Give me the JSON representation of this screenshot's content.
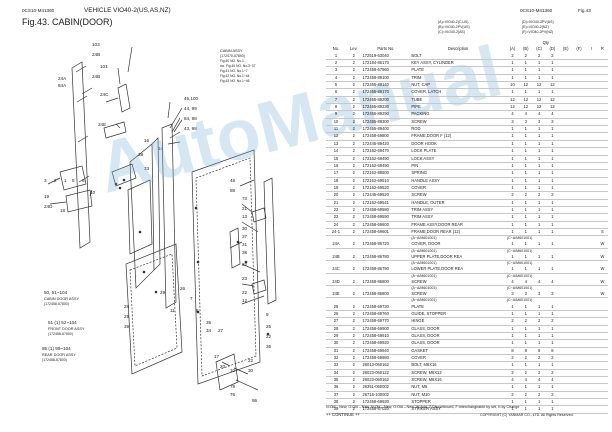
{
  "header": {
    "doc_code_left": "0CS10-M41360",
    "title": "VEHICLE VIO40-2(US,AS,NZ)",
    "figure": "Fig.43.  CABIN(DOOR)",
    "doc_code_right": "0CS10-M41360",
    "page": "Fig.43"
  },
  "variants_left": [
    "(A)=VIO40-2(C,US)",
    "(B)=VIO40-2PV(US)",
    "(C)=VIO40-2(AS)"
  ],
  "variants_right": [
    "(D)=VIO40-2PV(AS)",
    "(E)=VIO40-2(NZ)",
    "(F)=VIO40-2PV(NZ)"
  ],
  "table": {
    "headers": {
      "no": "No.",
      "lev": "Lev.",
      "parts_no": "Parts No.",
      "description": "Description",
      "qty": "Qty",
      "i": "I",
      "r": "R"
    },
    "qty_cols": [
      "(A)",
      "(B)",
      "(C)",
      "(D)",
      "(E)",
      "(F)"
    ],
    "rows": [
      {
        "type": "row",
        "no": "1",
        "lev": "2",
        "pn": "172519-63040",
        "desc": "BOLT",
        "q": [
          "2",
          "2",
          "2",
          "2"
        ],
        "i": "",
        "r": ""
      },
      {
        "type": "row",
        "no": "2",
        "lev": "2",
        "pn": "172164-86170",
        "desc": "KEY ASSY, CYLINDER",
        "q": [
          "1",
          "1",
          "1",
          "1"
        ],
        "i": "",
        "r": ""
      },
      {
        "type": "row",
        "no": "3",
        "lev": "2",
        "pn": "172458-67960",
        "desc": "PLATE",
        "q": [
          "1",
          "1",
          "1",
          "1"
        ],
        "i": "",
        "r": ""
      },
      {
        "type": "row",
        "no": "4",
        "lev": "2",
        "pn": "172458-89100",
        "desc": "TRIM",
        "q": [
          "1",
          "1",
          "1",
          "1"
        ],
        "i": "",
        "r": ""
      },
      {
        "type": "row",
        "no": "5",
        "lev": "2",
        "pn": "172455-89140",
        "desc": "NUT, CAP",
        "q": [
          "10",
          "12",
          "12",
          "12"
        ],
        "i": "",
        "r": ""
      },
      {
        "type": "row",
        "no": "6",
        "lev": "2",
        "pn": "172455-89170",
        "desc": "COVER, LATCH",
        "q": [
          "1",
          "1",
          "1",
          "1"
        ],
        "i": "",
        "r": ""
      },
      {
        "type": "row",
        "no": "7",
        "lev": "2",
        "pn": "172455-89200",
        "desc": "TUBE",
        "q": [
          "12",
          "12",
          "12",
          "12"
        ],
        "i": "",
        "r": ""
      },
      {
        "type": "row",
        "no": "8",
        "lev": "2",
        "pn": "172455-89230",
        "desc": "PIPE",
        "q": [
          "12",
          "12",
          "12",
          "12"
        ],
        "i": "",
        "r": ""
      },
      {
        "type": "row",
        "no": "9",
        "lev": "2",
        "pn": "172455-89290",
        "desc": "PACKING",
        "q": [
          "4",
          "4",
          "4",
          "4"
        ],
        "i": "",
        "r": ""
      },
      {
        "type": "row",
        "no": "10",
        "lev": "2",
        "pn": "172455-89300",
        "desc": "SCREW",
        "q": [
          "3",
          "3",
          "3",
          "3"
        ],
        "i": "",
        "r": ""
      },
      {
        "type": "row",
        "no": "11",
        "lev": "2",
        "pn": "172455-89400",
        "desc": "ROD",
        "q": [
          "1",
          "1",
          "1",
          "1"
        ],
        "i": "",
        "r": ""
      },
      {
        "type": "row",
        "no": "12",
        "lev": "2",
        "pn": "172458-69800",
        "desc": "FRAME,DOOR F  (12)",
        "q": [
          "1",
          "1",
          "1",
          "1"
        ],
        "i": "",
        "r": ""
      },
      {
        "type": "row",
        "no": "13",
        "lev": "2",
        "pn": "172445-89420",
        "desc": "DOOR HOOK",
        "q": [
          "1",
          "1",
          "1",
          "1"
        ],
        "i": "",
        "r": ""
      },
      {
        "type": "row",
        "no": "14",
        "lev": "2",
        "pn": "172162-69470",
        "desc": "LOCK PLATE",
        "q": [
          "1",
          "1",
          "1",
          "1"
        ],
        "i": "",
        "r": ""
      },
      {
        "type": "row",
        "no": "15",
        "lev": "2",
        "pn": "172162-69490",
        "desc": "LOCK ASSY",
        "q": [
          "1",
          "1",
          "1",
          "1"
        ],
        "i": "",
        "r": ""
      },
      {
        "type": "row",
        "no": "16",
        "lev": "2",
        "pn": "172162-69490",
        "desc": "PIN",
        "q": [
          "1",
          "1",
          "1",
          "1"
        ],
        "i": "",
        "r": ""
      },
      {
        "type": "row",
        "no": "17",
        "lev": "2",
        "pn": "172162-88500",
        "desc": "SPRING",
        "q": [
          "1",
          "1",
          "1",
          "1"
        ],
        "i": "",
        "r": ""
      },
      {
        "type": "row",
        "no": "18",
        "lev": "2",
        "pn": "172162-69510",
        "desc": "HANDLE ASSY",
        "q": [
          "1",
          "1",
          "1",
          "1"
        ],
        "i": "",
        "r": ""
      },
      {
        "type": "row",
        "no": "19",
        "lev": "2",
        "pn": "172162-69520",
        "desc": "COVER",
        "q": [
          "1",
          "1",
          "1",
          "1"
        ],
        "i": "",
        "r": ""
      },
      {
        "type": "row",
        "no": "20",
        "lev": "2",
        "pn": "172445-69520",
        "desc": "SCREW",
        "q": [
          "2",
          "2",
          "2",
          "2"
        ],
        "i": "",
        "r": ""
      },
      {
        "type": "row",
        "no": "21",
        "lev": "2",
        "pn": "172162-69541",
        "desc": "HANDLE, OUTER",
        "q": [
          "1",
          "1",
          "1",
          "1"
        ],
        "i": "",
        "r": ""
      },
      {
        "type": "row",
        "no": "22",
        "lev": "2",
        "pn": "172458-69580",
        "desc": "TRIM ASSY",
        "q": [
          "1",
          "1",
          "1",
          "1"
        ],
        "i": "",
        "r": ""
      },
      {
        "type": "row",
        "no": "23",
        "lev": "2",
        "pn": "172458-69590",
        "desc": "TRIM ASSY",
        "q": [
          "1",
          "1",
          "1",
          "1"
        ],
        "i": "",
        "r": ""
      },
      {
        "type": "row",
        "no": "24",
        "lev": "2",
        "pn": "172458-69600",
        "desc": "FRAME ASSY,DOOR REAR",
        "q": [
          "1",
          "1",
          "1",
          "1"
        ],
        "i": "",
        "r": ""
      },
      {
        "type": "row",
        "no": "24-1",
        "lev": "2",
        "pn": "172458-69601",
        "desc": "FRAME,DOOR REAR (12)",
        "q": [
          "1",
          "1",
          "1",
          "1"
        ],
        "i": "",
        "r": "S"
      },
      {
        "type": "sub",
        "left": "(A~A/M601001)",
        "right": "(C~A/M601001)"
      },
      {
        "type": "row",
        "no": "24A",
        "lev": "2",
        "pn": "172458-86720",
        "desc": "COVER, DOOR",
        "q": [
          "1",
          "1",
          "1",
          "1"
        ],
        "i": "",
        "r": "W"
      },
      {
        "type": "sub",
        "left": "(A~A/M601001)",
        "right": "(C~A/M601001)"
      },
      {
        "type": "row",
        "no": "24B",
        "lev": "2",
        "pn": "172458-86780",
        "desc": "UPPER PLATE,DOOR REA",
        "q": [
          "1",
          "1",
          "1",
          "1"
        ],
        "i": "",
        "r": "W"
      },
      {
        "type": "sub",
        "left": "(A~A/M601001)",
        "right": "(C~A/M601001)"
      },
      {
        "type": "row",
        "no": "24C",
        "lev": "2",
        "pn": "172458-86790",
        "desc": "LOWER PLATE,DOOR REA",
        "q": [
          "1",
          "1",
          "1",
          "1"
        ],
        "i": "",
        "r": "W"
      },
      {
        "type": "sub",
        "left": "(A~A/M601001)",
        "right": "(C~A/M601001)"
      },
      {
        "type": "row",
        "no": "24D",
        "lev": "2",
        "pn": "172458-86800",
        "desc": "SCREW",
        "q": [
          "4",
          "4",
          "4",
          "4"
        ],
        "i": "",
        "r": "W"
      },
      {
        "type": "sub",
        "left": "(A~A/M601001)",
        "right": "(C~A/M601001)"
      },
      {
        "type": "row",
        "no": "24E",
        "lev": "2",
        "pn": "172458-86800",
        "desc": "SCREW",
        "q": [
          "3",
          "3",
          "3",
          "3"
        ],
        "i": "",
        "r": "W"
      },
      {
        "type": "sub",
        "left": "(A~A/M601001)",
        "right": "(C~A/M601001)"
      },
      {
        "type": "row",
        "no": "25",
        "lev": "2",
        "pn": "172458-69730",
        "desc": "PLATE",
        "q": [
          "1",
          "1",
          "1",
          "1"
        ],
        "i": "",
        "r": ""
      },
      {
        "type": "row",
        "no": "26",
        "lev": "2",
        "pn": "172458-69760",
        "desc": "GUIDE, STOPPER",
        "q": [
          "1",
          "1",
          "1",
          "1"
        ],
        "i": "",
        "r": ""
      },
      {
        "type": "row",
        "no": "27",
        "lev": "2",
        "pn": "172458-69770",
        "desc": "HINGE",
        "q": [
          "2",
          "2",
          "2",
          "2"
        ],
        "i": "",
        "r": ""
      },
      {
        "type": "row",
        "no": "28",
        "lev": "2",
        "pn": "172458-69900",
        "desc": "GLASS, DOOR",
        "q": [
          "1",
          "1",
          "1",
          "1"
        ],
        "i": "",
        "r": ""
      },
      {
        "type": "row",
        "no": "29",
        "lev": "2",
        "pn": "172458-69910",
        "desc": "GLASS, DOOR",
        "q": [
          "1",
          "1",
          "1",
          "1"
        ],
        "i": "",
        "r": ""
      },
      {
        "type": "row",
        "no": "30",
        "lev": "2",
        "pn": "172458-69920",
        "desc": "GLASS, DOOR",
        "q": [
          "1",
          "1",
          "1",
          "1"
        ],
        "i": "",
        "r": ""
      },
      {
        "type": "row",
        "no": "31",
        "lev": "2",
        "pn": "172458-69940",
        "desc": "GASKET",
        "q": [
          "8",
          "8",
          "8",
          "8"
        ],
        "i": "",
        "r": ""
      },
      {
        "type": "row",
        "no": "32",
        "lev": "2",
        "pn": "172458-69980",
        "desc": "COVER",
        "q": [
          "2",
          "2",
          "2",
          "2"
        ],
        "i": "",
        "r": ""
      },
      {
        "type": "row",
        "no": "33",
        "lev": "2",
        "pn": "26013-060162",
        "desc": "BOLT, M6X16",
        "q": [
          "1",
          "1",
          "1",
          "1"
        ],
        "i": "",
        "r": ""
      },
      {
        "type": "row",
        "no": "34",
        "lev": "2",
        "pn": "26023-060122",
        "desc": "SCREW, M6X12",
        "q": [
          "2",
          "2",
          "2",
          "2"
        ],
        "i": "",
        "r": ""
      },
      {
        "type": "row",
        "no": "35",
        "lev": "2",
        "pn": "26023-060162",
        "desc": "SCREW, M6X16",
        "q": [
          "4",
          "4",
          "4",
          "4"
        ],
        "i": "",
        "r": ""
      },
      {
        "type": "row",
        "no": "36",
        "lev": "2",
        "pn": "26351-060002",
        "desc": "NUT, M6",
        "q": [
          "1",
          "1",
          "1",
          "1"
        ],
        "i": "",
        "r": ""
      },
      {
        "type": "row",
        "no": "37",
        "lev": "2",
        "pn": "26716-100002",
        "desc": "NUT, M10",
        "q": [
          "2",
          "2",
          "2",
          "2"
        ],
        "i": "",
        "r": ""
      },
      {
        "type": "row",
        "no": "38",
        "lev": "2",
        "pn": "172458-69930",
        "desc": "STOPPER",
        "q": [
          "1",
          "1",
          "1",
          "1"
        ],
        "i": "",
        "r": ""
      },
      {
        "type": "row",
        "no": "39",
        "lev": "2",
        "pn": "172458-87020",
        "desc": "STRIKER ASSY",
        "q": [
          "1",
          "1",
          "1",
          "1"
        ],
        "i": "",
        "r": ""
      }
    ]
  },
  "legend": "N:Old→New, O:Old↔New, N:Old→New, O:Old↔New, W:Add, Z:Discontinued, F:Interchangeable by set, K:by Change",
  "continue_text": "++ CONTINUE ++",
  "copyright": "COPYRIGHT (C)   YANMAR CO., LTD. All Rights Reserved.",
  "diagram": {
    "labels": {
      "l103": "103",
      "l24b_top": "24B",
      "l101": "101",
      "l24a": "24A",
      "l84a": "84A",
      "l24c": "24C",
      "l24e": "24E",
      "cabin_title": "CABIN ASSY",
      "cabin_sub": "(172470-67893)",
      "cabin_refs": [
        "Fig.40 NO.  No.1",
        "inc. Fig.40 NO.  No.3~37",
        "Fig.41 NO.  No.1~7",
        "Fig.42 NO.  No.1~44",
        "Fig.43 NO.  No.1~46"
      ],
      "l45": "45,100",
      "l44": "44, 99",
      "l94": "84, 98",
      "l43": "43, 98",
      "l16": "16",
      "l14": "14",
      "l38a": "38",
      "l33": "33",
      "l3": "3",
      "l2": "2",
      "l1": "1",
      "l5": "5",
      "l6": "6",
      "l48": "48",
      "l88": "88",
      "l73": "73",
      "l21": "21",
      "l13": "13",
      "l10a": "10",
      "l19": "19",
      "l24d": "24D",
      "l18": "18",
      "l30a": "30",
      "l37": "37",
      "l31": "31",
      "l38b": "38",
      "l32": "32",
      "l23": "23",
      "l22a": "22",
      "l12": "12",
      "l29a": "29",
      "l11": "11",
      "l104": "50,  51~104",
      "cabin_door_title": "CABIN DOOR ASSY",
      "cabin_door_sub": "(172458-67800)",
      "l51": "51 (1) 52~104",
      "front_title": "FRONT DOOR ASSY",
      "front_sub": "(172458-67600)",
      "l85": "85 (1) 99~104",
      "rear_title": "REAR DOOR ASSY",
      "rear_sub": "(172458-67800)",
      "l28": "28",
      "l29b": "29",
      "l39": "39",
      "l26": "26",
      "l7": "7",
      "l8": "8",
      "l35": "35",
      "l34": "34",
      "l27": "27",
      "l9": "9",
      "l25": "25",
      "l22b": "22",
      "l36": "36",
      "l17": "17",
      "l20": "20",
      "l10b": "10",
      "l22c": "22",
      "l30b": "30",
      "l79": "79",
      "l76": "76",
      "l95": "95"
    }
  }
}
